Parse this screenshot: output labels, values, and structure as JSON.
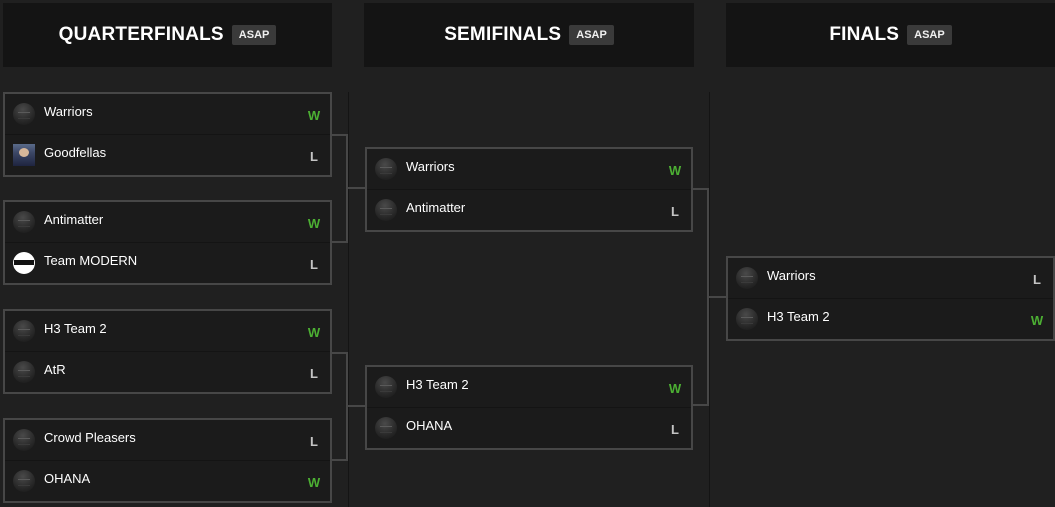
{
  "rounds": [
    {
      "title": "QUARTERFINALS",
      "badge": "ASAP"
    },
    {
      "title": "SEMIFINALS",
      "badge": "ASAP"
    },
    {
      "title": "FINALS",
      "badge": "ASAP"
    }
  ],
  "matches": {
    "qf1": {
      "top": {
        "name": "Warriors",
        "result": "W"
      },
      "bottom": {
        "name": "Goodfellas",
        "result": "L"
      }
    },
    "qf2": {
      "top": {
        "name": "Antimatter",
        "result": "W"
      },
      "bottom": {
        "name": "Team MODERN",
        "result": "L"
      }
    },
    "qf3": {
      "top": {
        "name": "H3 Team 2",
        "result": "W"
      },
      "bottom": {
        "name": "AtR",
        "result": "L"
      }
    },
    "qf4": {
      "top": {
        "name": "Crowd Pleasers",
        "result": "L"
      },
      "bottom": {
        "name": "OHANA",
        "result": "W"
      }
    },
    "sf1": {
      "top": {
        "name": "Warriors",
        "result": "W"
      },
      "bottom": {
        "name": "Antimatter",
        "result": "L"
      }
    },
    "sf2": {
      "top": {
        "name": "H3 Team 2",
        "result": "W"
      },
      "bottom": {
        "name": "OHANA",
        "result": "L"
      }
    },
    "f1": {
      "top": {
        "name": "Warriors",
        "result": "L"
      },
      "bottom": {
        "name": "H3 Team 2",
        "result": "W"
      }
    }
  },
  "icons": {
    "default_logo": "team-logo-icon",
    "goodfellas_logo": "avatar-icon",
    "modern_logo": "modern-logo-icon"
  },
  "colors": {
    "background": "#202020",
    "header_background": "#141414",
    "match_border": "#474747",
    "win": "#4caf33",
    "loss": "#c4c4c4"
  }
}
